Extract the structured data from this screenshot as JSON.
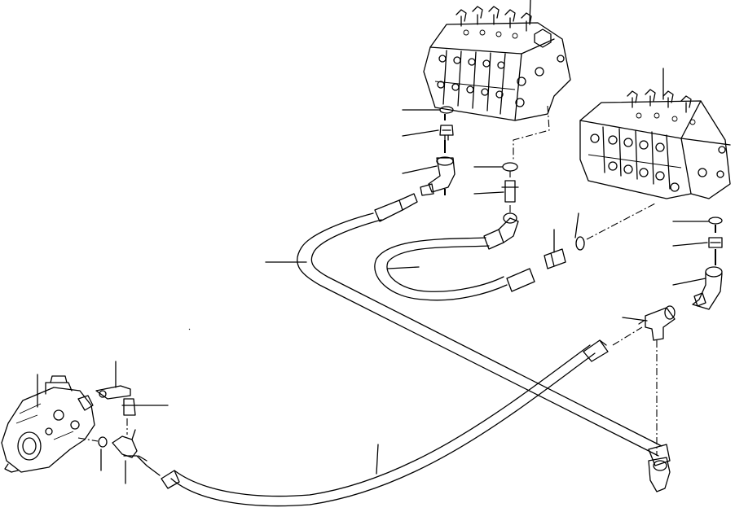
{
  "diagram": {
    "components": [
      {
        "id": "control-valve-upper",
        "icon": "control-valve-icon"
      },
      {
        "id": "control-valve-lower",
        "icon": "control-valve-icon"
      },
      {
        "id": "hydraulic-pump",
        "icon": "pump-icon"
      },
      {
        "id": "hose-long-loop",
        "icon": "hose-icon"
      },
      {
        "id": "hose-short-loop",
        "icon": "hose-icon"
      },
      {
        "id": "hose-front",
        "icon": "hose-icon"
      },
      {
        "id": "elbow-fittings",
        "icon": "elbow-fitting-icon"
      },
      {
        "id": "tee-fitting",
        "icon": "tee-fitting-icon"
      },
      {
        "id": "connectors",
        "icon": "connector-icon"
      },
      {
        "id": "o-rings",
        "icon": "o-ring-icon"
      }
    ],
    "callouts": 22
  }
}
